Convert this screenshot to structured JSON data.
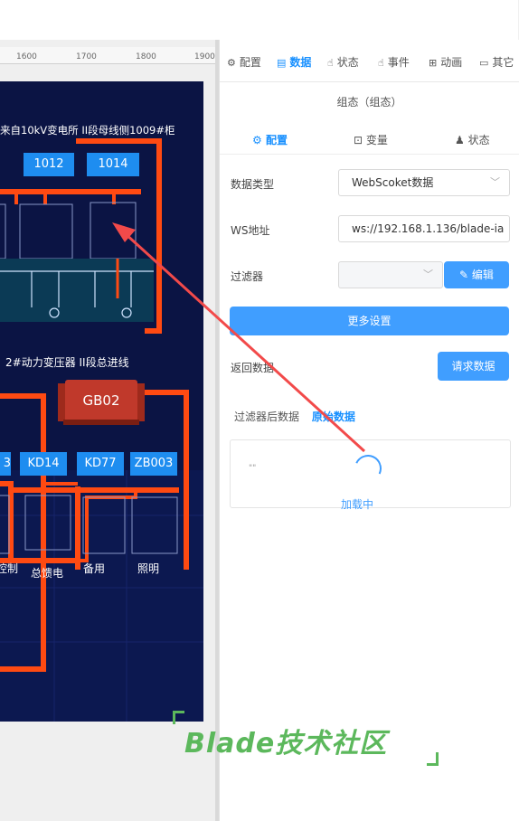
{
  "ruler": {
    "ticks": [
      "1600",
      "1700",
      "1800",
      "1900"
    ]
  },
  "diagram": {
    "header": "来自10kV变电所 II段母线侧1009#柜",
    "cabinets_top": [
      "1012",
      "1014"
    ],
    "transformer_caption": "2#动力变压器  II段总进线",
    "transformer_label": "GB02",
    "cabinets_bottom": [
      "3",
      "KD14",
      "KD77",
      "ZB003"
    ],
    "bottom_labels": [
      "控制",
      "总馈电",
      "备用",
      "照明"
    ]
  },
  "tabs": [
    {
      "label": "配置",
      "icon": "gear-icon"
    },
    {
      "label": "数据",
      "icon": "data-icon"
    },
    {
      "label": "状态",
      "icon": "hand-icon"
    },
    {
      "label": "事件",
      "icon": "pointer-icon"
    },
    {
      "label": "动画",
      "icon": "grid-icon"
    },
    {
      "label": "其它",
      "icon": "folder-icon"
    }
  ],
  "panel_title": "组态（组态）",
  "subtabs": [
    {
      "label": "配置",
      "icon": "gear-icon"
    },
    {
      "label": "变量",
      "icon": "variable-icon"
    },
    {
      "label": "状态",
      "icon": "user-icon"
    }
  ],
  "form": {
    "data_type_label": "数据类型",
    "data_type_value": "WebScoket数据",
    "ws_label": "WS地址",
    "ws_value": "ws://192.168.1.136/blade-ia",
    "filter_label": "过滤器",
    "edit_button": "编辑",
    "more_settings": "更多设置",
    "return_label": "返回数据",
    "request_button": "请求数据"
  },
  "response_tabs": {
    "filtered": "过滤器后数据",
    "raw": "原始数据"
  },
  "response": {
    "snippet": "\"\"",
    "loading": "加载中"
  },
  "watermark": "Blade技术社区",
  "colors": {
    "accent": "#1890ff",
    "button": "#409eff",
    "orange": "#ff4a12",
    "cabinet": "#1e8df0",
    "scada_bg": "#0b1444"
  }
}
